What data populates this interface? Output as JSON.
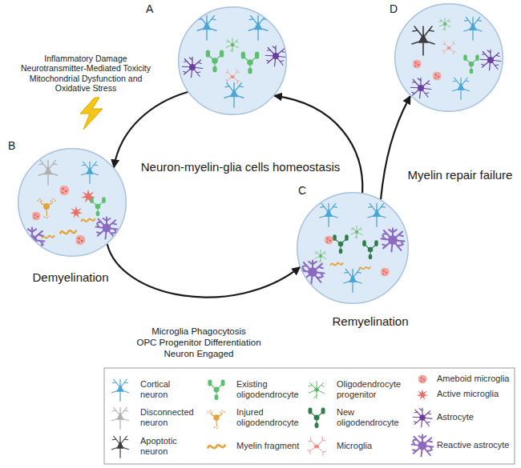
{
  "diagram": {
    "nodes": [
      {
        "text": [
          "A",
          "Neuron-myelin-glia cells homeostasis"
        ]
      },
      {
        "text": [
          "B",
          "Demyelination"
        ]
      },
      {
        "text": [
          "C",
          "Remyelination"
        ]
      },
      {
        "text": [
          "D",
          "Myelin repair failure"
        ]
      }
    ],
    "edges": [
      {
        "from": 0,
        "to": 1,
        "arrow": "to"
      },
      {
        "from": 1,
        "to": 2,
        "arrow": "to"
      },
      {
        "from": 2,
        "to": 0,
        "arrow": "to"
      },
      {
        "from": 2,
        "to": 3,
        "arrow": "to"
      }
    ],
    "labels": [
      "Inflammatory Damage",
      "Neurotransmitter-Mediated Toxicity",
      "Mitochondrial Dysfunction and Oxidative Stress",
      "Microglia Phagocytosis",
      "OPC Progenitor Differentiation",
      "Neuron Engaged"
    ],
    "legend": [
      {
        "text": "Cortical neuron"
      },
      {
        "text": "Disconnected neuron"
      },
      {
        "text": "Apoptotic neuron"
      },
      {
        "text": "Existing oligodendrocyte"
      },
      {
        "text": "Injured oligodendrocyte"
      },
      {
        "text": "Myelin fragment"
      },
      {
        "text": "Oligodendrocyte progenitor"
      },
      {
        "text": "New oligodendrocyte"
      },
      {
        "text": "Microglia"
      },
      {
        "text": "Ameboid microglia"
      },
      {
        "text": "Active microglia"
      },
      {
        "text": "Astrocyte"
      },
      {
        "text": "Reactive astrocyte"
      }
    ]
  }
}
